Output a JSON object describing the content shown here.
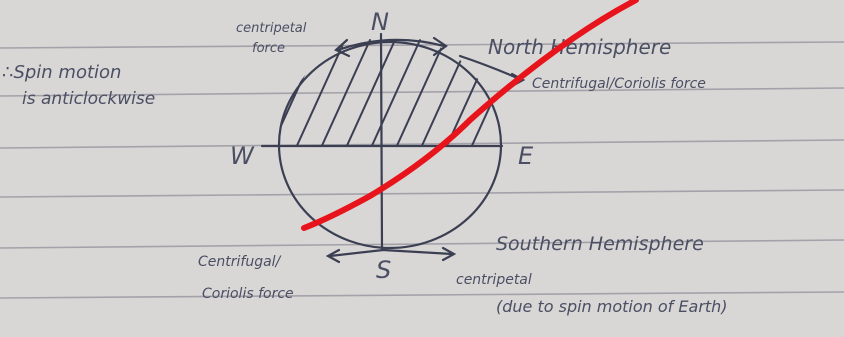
{
  "diagram": {
    "compass": {
      "north": "N",
      "south": "S",
      "east": "E",
      "west": "W"
    },
    "labels": {
      "spin_line1": "∴Spin motion",
      "spin_line2": "is anticlockwise",
      "centripetal_top_line1": "centripetal",
      "centripetal_top_line2": "force",
      "north_hemisphere": "North Hemisphere",
      "centrifugal_right": "Centrifugal/Coriolis force",
      "southern_hemisphere": "Southern Hemisphere",
      "centrifugal_left_line1": "Centrifugal/",
      "centrifugal_left_line2": "Coriolis force",
      "centripetal_bottom": "centripetal",
      "due_to": "(due to spin motion of Earth)"
    },
    "colors": {
      "paper": "#d9d6d6",
      "ink": "#3b3f52",
      "red_stroke": "#e8141b"
    }
  }
}
